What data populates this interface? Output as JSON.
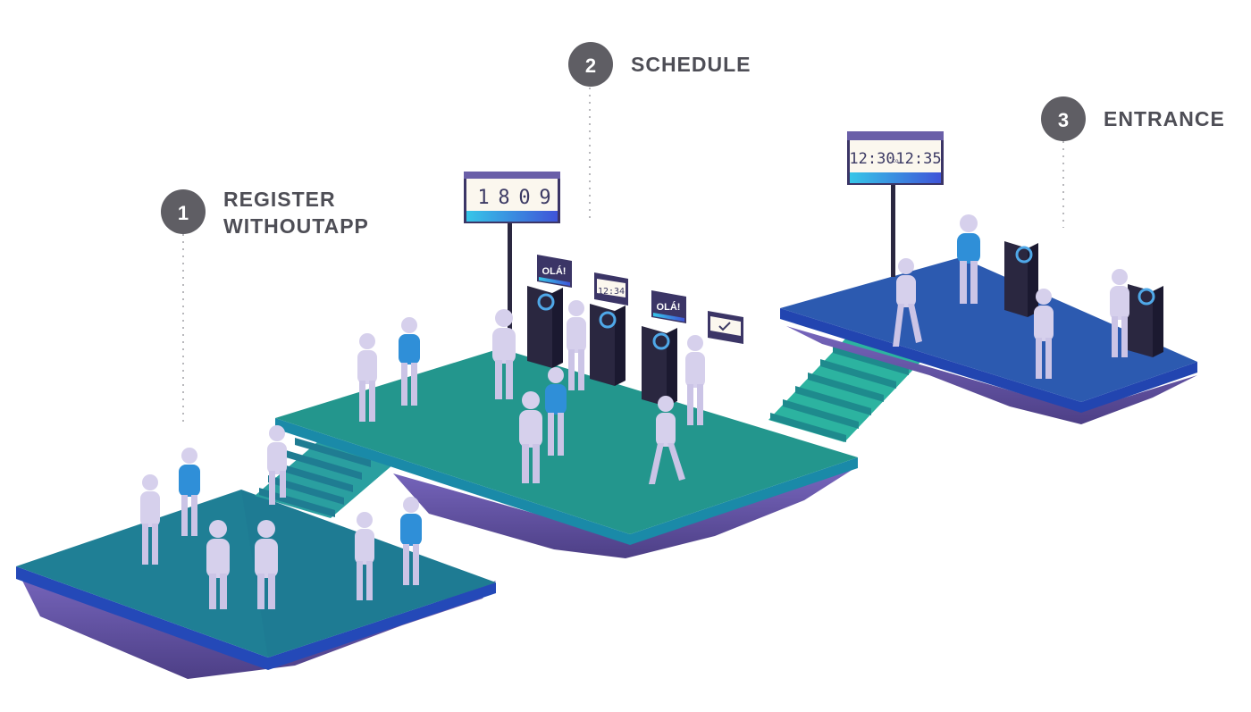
{
  "steps": [
    {
      "number": "1",
      "label_line1": "REGISTER",
      "label_line2": "WITHOUTAPP"
    },
    {
      "number": "2",
      "label_line1": "SCHEDULE"
    },
    {
      "number": "3",
      "label_line1": "ENTRANCE"
    }
  ],
  "displays": {
    "queue_counter": {
      "digits": [
        "1",
        "8",
        "0",
        "9"
      ]
    },
    "slot": {
      "from": "12:30",
      "separator": "to",
      "to": "12:35"
    },
    "small_time": "12:34",
    "greeting": "OLÁ!"
  },
  "colors": {
    "badge": "#5f5e64",
    "label": "#4e4e56",
    "platform1_top": "#1f7f95",
    "platform2_top": "#23968d",
    "platform3_top": "#2c5ab0",
    "rock": "#6b5aa6",
    "person": "#d6d0ec",
    "person_blue": "#2f8fd8",
    "kiosk": "#2a2740"
  },
  "icons": [
    "check-icon"
  ]
}
